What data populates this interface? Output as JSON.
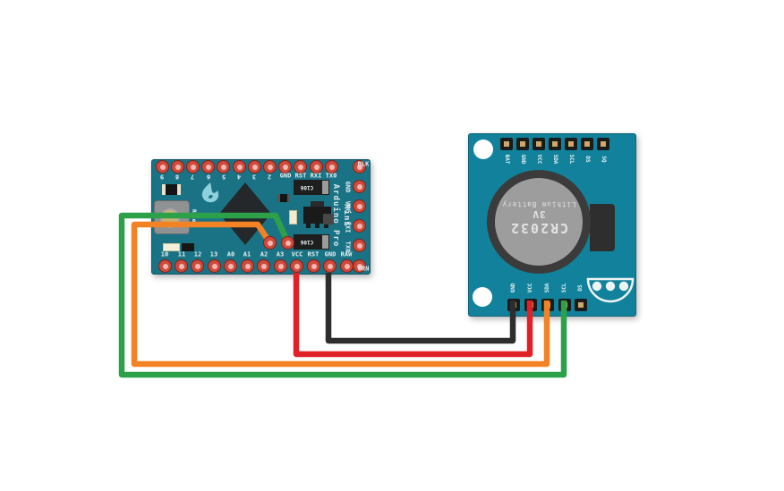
{
  "scene": {
    "background_color": "#ffffff",
    "description": "Wiring diagram: Arduino Pro Mini connected to an RTC battery module over I2C"
  },
  "arduino": {
    "board_color": "#1a7385",
    "top_pins": [
      "9",
      "8",
      "7",
      "6",
      "5",
      "4",
      "3",
      "2",
      "GND",
      "RST",
      "RXI",
      "TX0"
    ],
    "bottom_pins": [
      "10",
      "11",
      "12",
      "13",
      "A0",
      "A1",
      "A2",
      "A3",
      "VCC",
      "RST",
      "GND",
      "RAW"
    ],
    "ftdi_header": {
      "top_label": "BLK",
      "bottom_label": "GRN",
      "side_pins": [
        "GND",
        "VCC",
        "RXI",
        "TX0"
      ]
    },
    "silkscreen": {
      "title_line1": "Mini",
      "title_line2": "Arduino Pro",
      "reset_label": "Reset",
      "capacitor_label": "C106"
    }
  },
  "rtc": {
    "board_color": "#12829c",
    "top_pins": [
      "BAT",
      "GND",
      "VCC",
      "SDA",
      "SCL",
      "DS",
      "SQ"
    ],
    "bottom_pins": [
      "GND",
      "VCC",
      "SDA",
      "SCL",
      "DS"
    ],
    "battery": {
      "model": "CR2032",
      "voltage": "3V",
      "type": "Lithium Battery"
    }
  },
  "wires": [
    {
      "signal": "GND",
      "color": "#2d2d2d",
      "from": "Arduino GND",
      "to": "RTC GND"
    },
    {
      "signal": "VCC",
      "color": "#e22028",
      "from": "Arduino VCC",
      "to": "RTC VCC"
    },
    {
      "signal": "SDA",
      "color": "#f28224",
      "from": "Arduino A4 pad",
      "to": "RTC SDA"
    },
    {
      "signal": "SCL",
      "color": "#2da14a",
      "from": "Arduino A5 pad",
      "to": "RTC SCL"
    }
  ]
}
